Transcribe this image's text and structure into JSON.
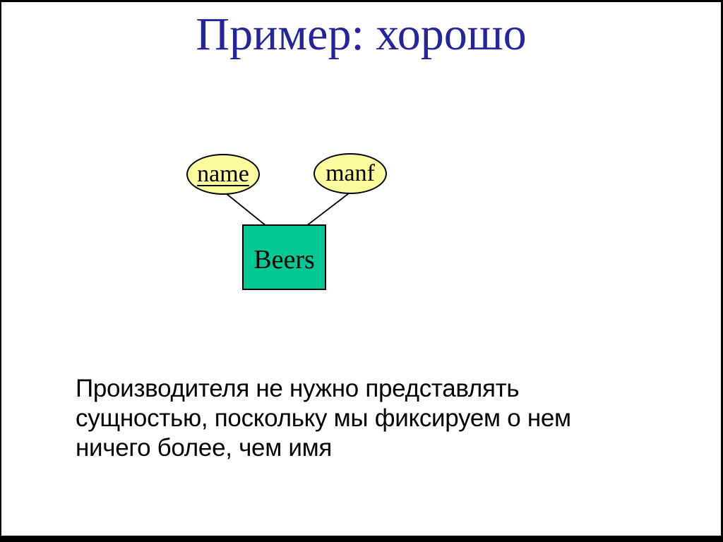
{
  "slide": {
    "title": "Пример: хорошо",
    "body_lines": {
      "line1": "Производителя не нужно представлять",
      "line2": "сущностью, поскольку мы фиксируем о нем",
      "line3": "ничего более, чем имя"
    }
  },
  "diagram": {
    "attributes": {
      "name": {
        "label": "name",
        "key": true
      },
      "manf": {
        "label": "manf",
        "key": false
      }
    },
    "entity": {
      "label": "Beers"
    }
  },
  "colors": {
    "title": "#24249C",
    "attribute_fill": "#FBFB9E",
    "entity_fill": "#04C894",
    "outline": "#000000",
    "frame": "#000000",
    "background": "#FFFFFF"
  }
}
